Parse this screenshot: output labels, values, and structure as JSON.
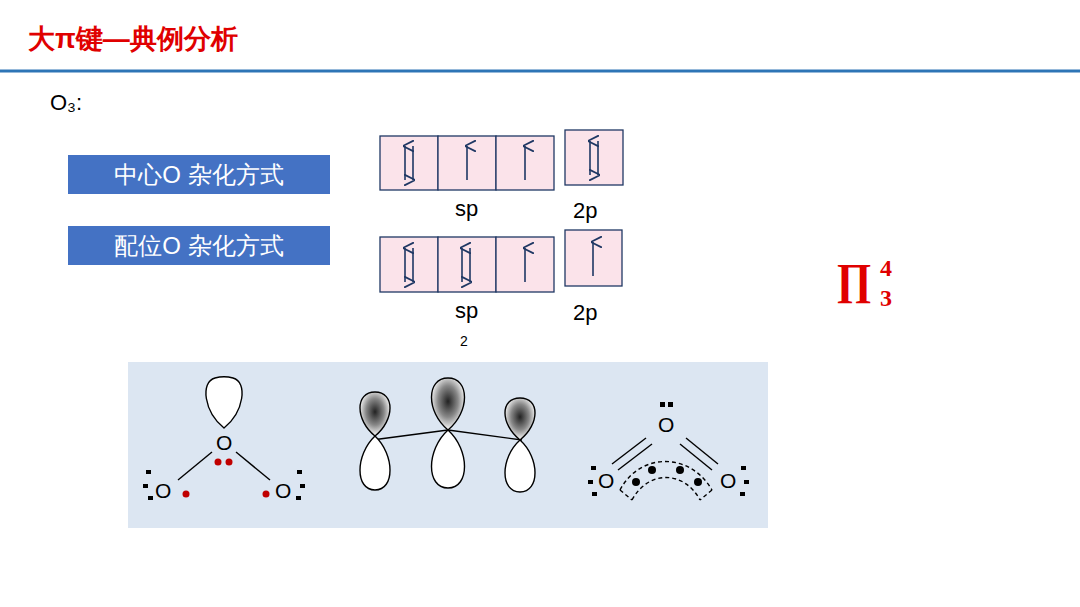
{
  "diagram": {
    "title": "大π键—典例分析",
    "nodes": [
      {
        "text": [
          "中心O 杂化方式"
        ]
      },
      {
        "text": [
          "配位O 杂化方式"
        ]
      }
    ],
    "labels": [
      "O₃:",
      "sp",
      "2p",
      "sp",
      "2",
      "2p",
      "∏",
      "4",
      "3",
      "O",
      "O",
      "O",
      "O",
      "O",
      "O"
    ]
  }
}
